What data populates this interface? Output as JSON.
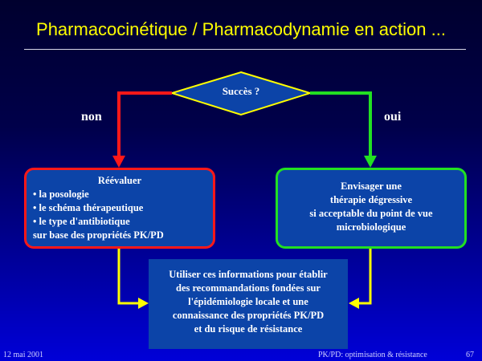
{
  "slide": {
    "title": "Pharmacocinétique / Pharmacodynamie en action ..."
  },
  "diagram": {
    "decision": "Succès ?",
    "branch_no": "non",
    "branch_yes": "oui",
    "reevaluate": {
      "heading": "Réévaluer",
      "items": [
        "• la posologie",
        "• le schéma thérapeutique",
        "• le type d'antibiotique",
        "sur base des propriétés PK/PD"
      ]
    },
    "deescalate": {
      "lines": [
        "Envisager une",
        "thérapie dégressive",
        "si acceptable du point de vue",
        "microbiologique"
      ]
    },
    "conclusion": {
      "lines": [
        "Utiliser ces informations pour établir",
        "des recommandations fondées sur",
        "l'épidémiologie locale et une",
        "connaissance des propriétés PK/PD",
        "et du risque de résistance"
      ]
    },
    "colors": {
      "no_path": "#ff1818",
      "yes_path": "#22e022",
      "merge_path": "#ffff00",
      "box_fill": "#0c44a8"
    }
  },
  "footer": {
    "date": "12 mai 2001",
    "topic": "PK/PD: optimisation & résistance",
    "page": "67"
  }
}
